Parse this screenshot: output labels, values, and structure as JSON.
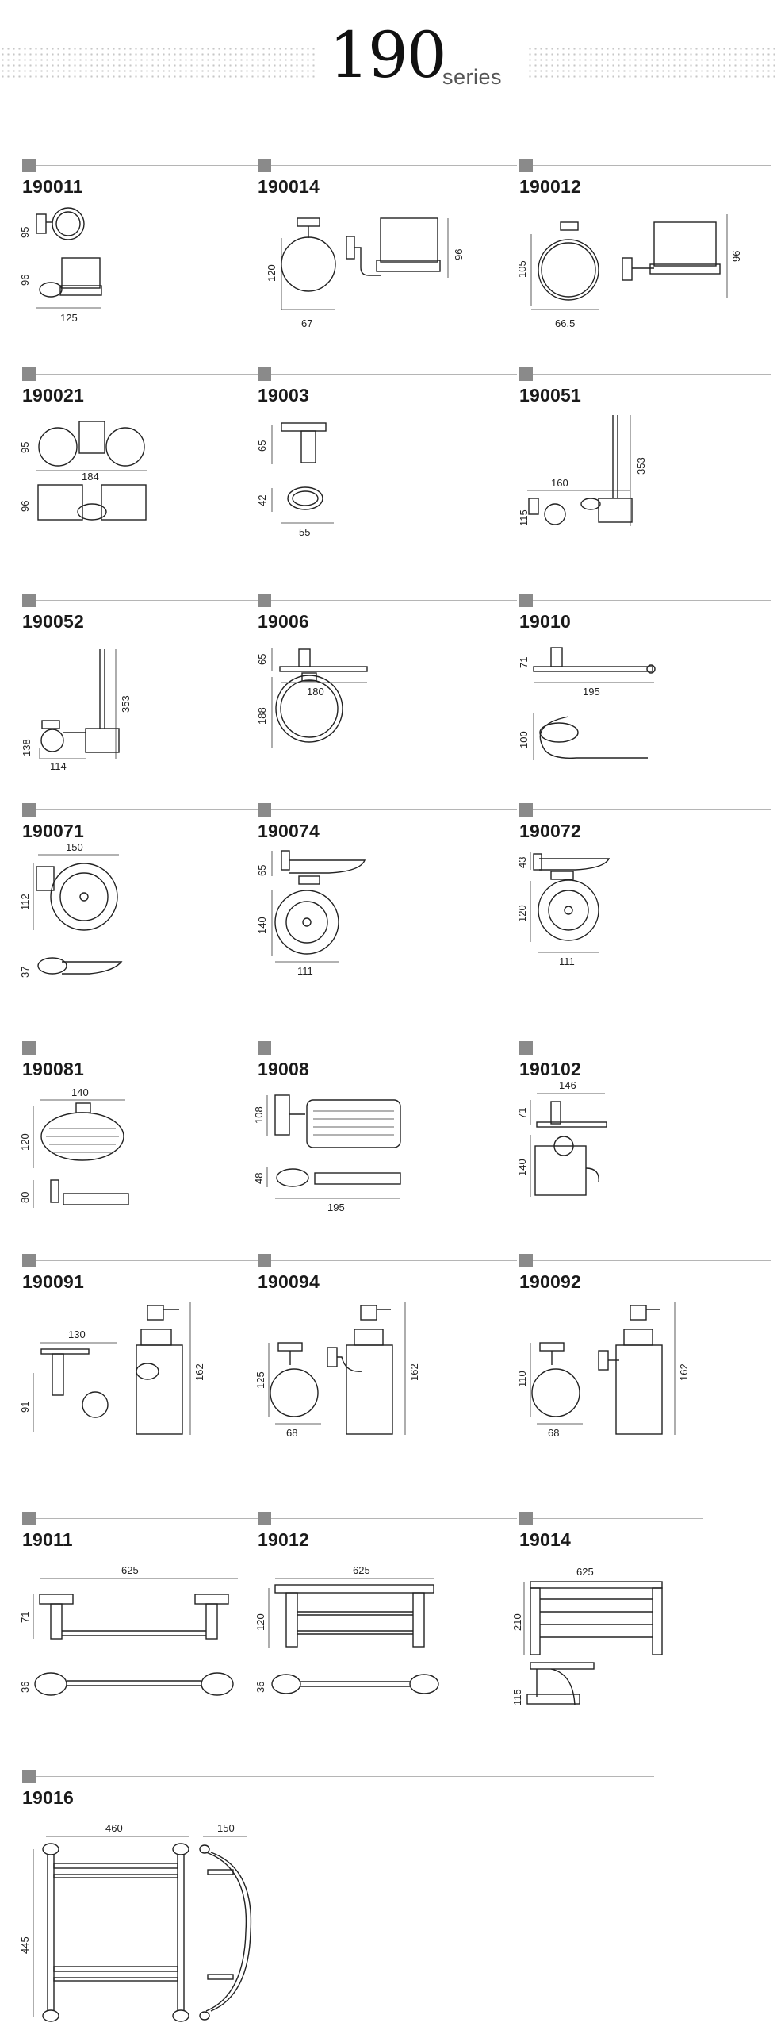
{
  "header": {
    "series_number": "190",
    "series_word": "series"
  },
  "products": [
    {
      "code": "190011",
      "dims": [
        "95",
        "96",
        "125"
      ]
    },
    {
      "code": "190014",
      "dims": [
        "120",
        "67",
        "96"
      ]
    },
    {
      "code": "190012",
      "dims": [
        "105",
        "66.5",
        "96"
      ]
    },
    {
      "code": "190021",
      "dims": [
        "95",
        "184",
        "96"
      ]
    },
    {
      "code": "19003",
      "dims": [
        "65",
        "42",
        "55"
      ]
    },
    {
      "code": "190051",
      "dims": [
        "160",
        "115",
        "353"
      ]
    },
    {
      "code": "190052",
      "dims": [
        "138",
        "114",
        "353"
      ]
    },
    {
      "code": "19006",
      "dims": [
        "65",
        "180",
        "188"
      ]
    },
    {
      "code": "19010",
      "dims": [
        "71",
        "195",
        "100"
      ]
    },
    {
      "code": "190071",
      "dims": [
        "150",
        "112",
        "37"
      ]
    },
    {
      "code": "190074",
      "dims": [
        "65",
        "140",
        "111"
      ]
    },
    {
      "code": "190072",
      "dims": [
        "43",
        "120",
        "111"
      ]
    },
    {
      "code": "190081",
      "dims": [
        "140",
        "120",
        "80"
      ]
    },
    {
      "code": "19008",
      "dims": [
        "108",
        "48",
        "195"
      ]
    },
    {
      "code": "190102",
      "dims": [
        "146",
        "71",
        "140"
      ]
    },
    {
      "code": "190091",
      "dims": [
        "130",
        "91",
        "162"
      ]
    },
    {
      "code": "190094",
      "dims": [
        "125",
        "68",
        "162"
      ]
    },
    {
      "code": "190092",
      "dims": [
        "110",
        "68",
        "162"
      ]
    },
    {
      "code": "19011",
      "dims": [
        "625",
        "71",
        "36"
      ]
    },
    {
      "code": "19012",
      "dims": [
        "625",
        "120",
        "36"
      ]
    },
    {
      "code": "19014",
      "dims": [
        "625",
        "210",
        "115"
      ]
    },
    {
      "code": "19016",
      "dims": [
        "460",
        "150",
        "445"
      ]
    }
  ]
}
